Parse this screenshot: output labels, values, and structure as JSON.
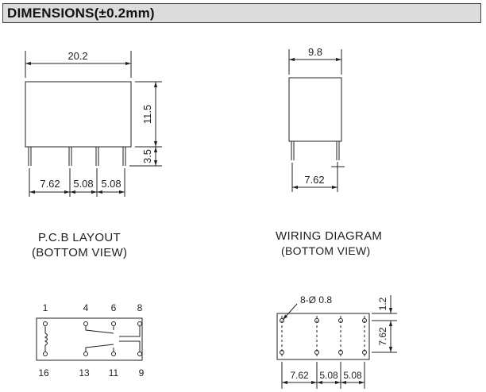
{
  "header": {
    "title": "DIMENSIONS(±0.2mm)"
  },
  "front_view": {
    "width": "20.2",
    "height": "11.5",
    "pin_length": "3.5",
    "pitch_1": "7.62",
    "pitch_2": "5.08",
    "pitch_3": "5.08"
  },
  "side_view": {
    "width": "9.8",
    "pin_spacing": "7.62"
  },
  "pcb_layout": {
    "title": "P.C.B LAYOUT",
    "subtitle": "(BOTTOM VIEW)",
    "top_pins": [
      "1",
      "4",
      "6",
      "8"
    ],
    "bottom_pins": [
      "16",
      "13",
      "11",
      "9"
    ]
  },
  "wiring_diagram": {
    "title": "WIRING DIAGRAM",
    "subtitle": "(BOTTOM VIEW)",
    "hole_spec": "8-Ø 0.8",
    "dim_top": "1.2",
    "dim_row": "7.62",
    "pitch_1": "7.62",
    "pitch_2": "5.08",
    "pitch_3": "5.08"
  }
}
